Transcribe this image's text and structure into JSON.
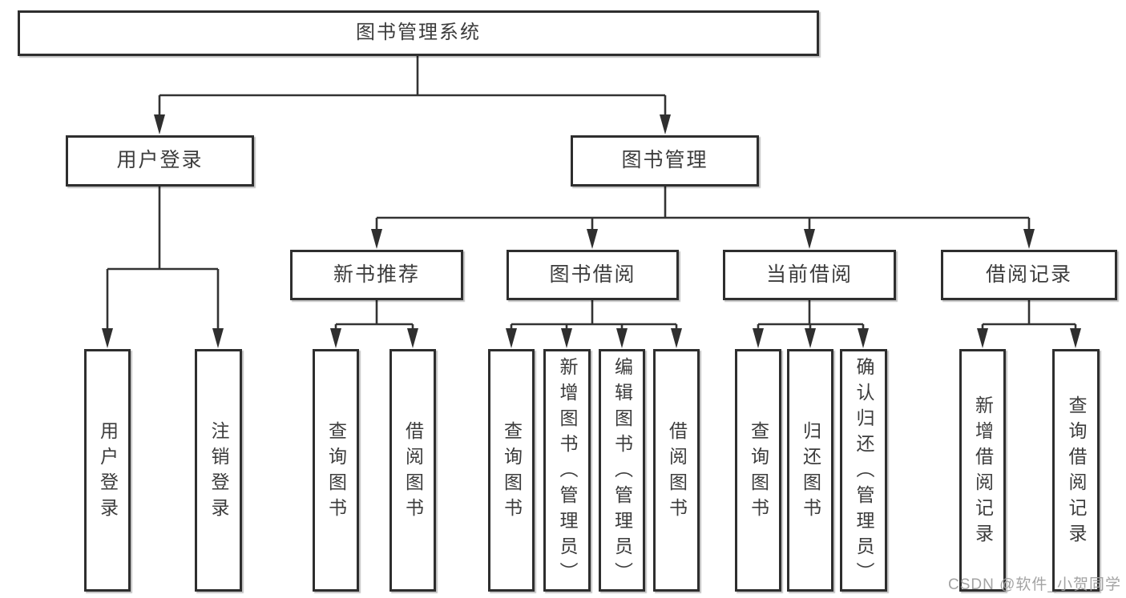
{
  "tree": {
    "root": {
      "label": "图书管理系统"
    },
    "branches": [
      {
        "label": "用户登录",
        "children": [
          {
            "label": "用户登录"
          },
          {
            "label": "注销登录"
          }
        ]
      },
      {
        "label": "图书管理",
        "children": [
          {
            "label": "新书推荐",
            "children": [
              {
                "label": "查询图书"
              },
              {
                "label": "借阅图书"
              }
            ]
          },
          {
            "label": "图书借阅",
            "children": [
              {
                "label": "查询图书"
              },
              {
                "label": "新增图书（管理员）"
              },
              {
                "label": "编辑图书（管理员）"
              },
              {
                "label": "借阅图书"
              }
            ]
          },
          {
            "label": "当前借阅",
            "children": [
              {
                "label": "查询图书"
              },
              {
                "label": "归还图书"
              },
              {
                "label": "确认归还（管理员）"
              }
            ]
          },
          {
            "label": "借阅记录",
            "children": [
              {
                "label": "新增借阅记录"
              },
              {
                "label": "查询借阅记录"
              }
            ]
          }
        ]
      }
    ]
  },
  "watermark": "CSDN @软件_小贺同学",
  "colors": {
    "line": "#333333",
    "box_border": "#2e2e2e",
    "text": "#3c3c3c",
    "watermark": "#9e9e9e",
    "background": "#ffffff"
  }
}
